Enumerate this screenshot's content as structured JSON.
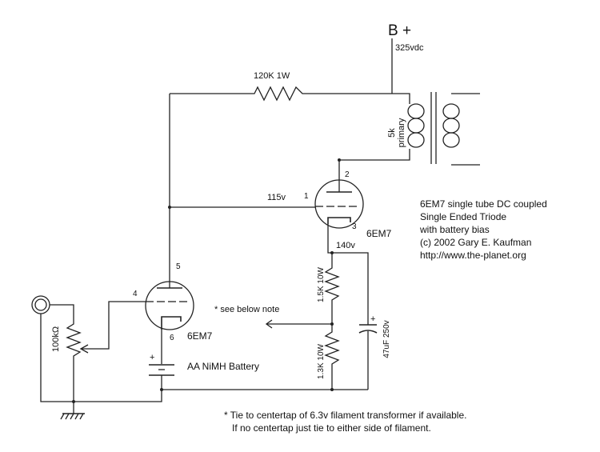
{
  "supply": {
    "label": "B +",
    "voltage": "325vdc"
  },
  "components": {
    "plate_resistor": "120K 1W",
    "transformer": {
      "value": "5k",
      "label": "primary"
    },
    "tube_output": {
      "type": "6EM7",
      "pin_grid": "1",
      "pin_plate": "2",
      "pin_cathode": "3",
      "grid_voltage": "115v",
      "cathode_voltage": "140v"
    },
    "tube_input": {
      "type": "6EM7",
      "pin_plate": "5",
      "pin_grid": "4",
      "pin_cathode": "6"
    },
    "cathode_resistor_top": "1.5K 10W",
    "cathode_resistor_bottom": "1.3K 10W",
    "capacitor": "47uF 250v",
    "capacitor_polarity": "+",
    "potentiometer": "100kΩ",
    "battery": {
      "label": "AA NiMH Battery",
      "polarity": "+"
    }
  },
  "notes": {
    "arrow_note": "* see below note",
    "title_block": [
      "6EM7 single tube DC coupled",
      "Single Ended Triode",
      "with battery bias",
      "(c) 2002 Gary E. Kaufman",
      "http://www.the-planet.org"
    ],
    "footer": [
      "* Tie to centertap of 6.3v filament transformer if available.",
      "If no centertap just tie to either side of filament."
    ]
  },
  "colors": {
    "ink": "#222222",
    "background": "#ffffff"
  }
}
